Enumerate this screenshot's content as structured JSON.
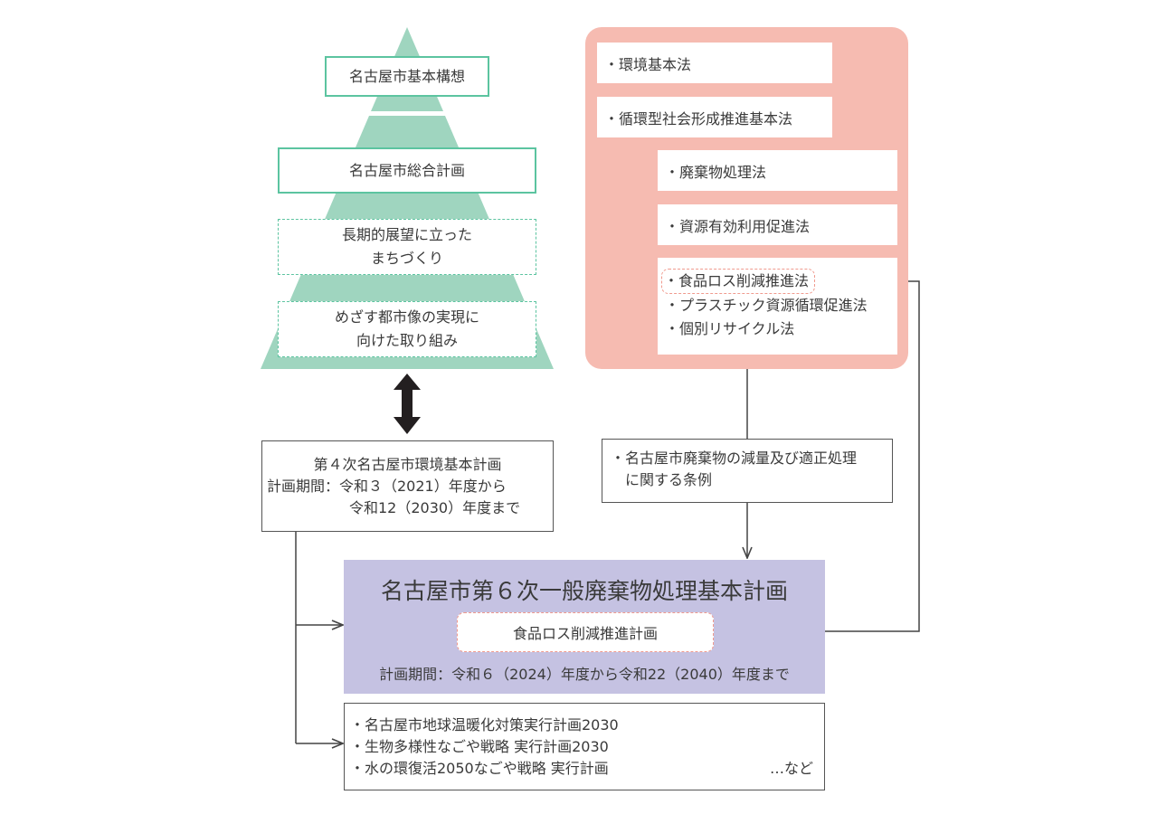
{
  "pyramid": {
    "color": "#9fd5bf",
    "border_color": "#5cc4a0",
    "levels": [
      {
        "label": "名古屋市基本構想"
      },
      {
        "label": "名古屋市総合計画"
      },
      {
        "line1": "長期的展望に立った",
        "line2": "まちづくり"
      },
      {
        "line1": "めざす都市像の実現に",
        "line2": "向けた取り組み"
      }
    ]
  },
  "environment_plan": {
    "title": "第４次名古屋市環境基本計画",
    "period_line1": "計画期間：令和３（2021）年度から",
    "period_line2": "令和12（2030）年度まで"
  },
  "laws": {
    "panel_color": "#f6bbb1",
    "items": [
      "・環境基本法",
      "・循環型社会形成推進基本法",
      "・廃棄物処理法",
      "・資源有効利用促進法"
    ],
    "group": {
      "highlighted": "・食品ロス削減推進法",
      "others": [
        "・プラスチック資源循環促進法",
        "・個別リサイクル法"
      ]
    }
  },
  "ordinance": {
    "line1": "・名古屋市廃棄物の減量及び適正処理",
    "line2": "に関する条例"
  },
  "main_plan": {
    "color": "#c5c2e2",
    "title": "名古屋市第６次一般廃棄物処理基本計画",
    "sub_plan": "食品ロス削減推進計画",
    "period": "計画期間：令和６（2024）年度から令和22（2040）年度まで"
  },
  "related_plans": {
    "items": [
      "・名古屋市地球温暖化対策実行計画2030",
      "・生物多様性なごや戦略 実行計画2030",
      "・水の環復活2050なごや戦略 実行計画"
    ],
    "etc": "…など"
  }
}
